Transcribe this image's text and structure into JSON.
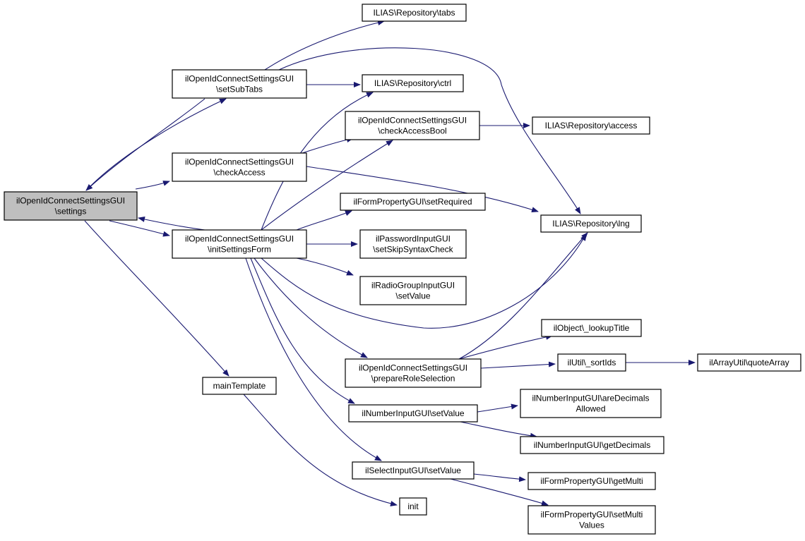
{
  "colors": {
    "edge": "#191970",
    "node_fill": "#ffffff",
    "root_fill": "#bfbfbf",
    "border": "#000000"
  },
  "nodes": {
    "root": [
      "ilOpenIdConnectSettingsGUI",
      "\\settings"
    ],
    "setSubTabs": [
      "ilOpenIdConnectSettingsGUI",
      "\\setSubTabs"
    ],
    "checkAccess": [
      "ilOpenIdConnectSettingsGUI",
      "\\checkAccess"
    ],
    "initSettingsForm": [
      "ilOpenIdConnectSettingsGUI",
      "\\initSettingsForm"
    ],
    "mainTemplate": [
      "mainTemplate"
    ],
    "tabs": [
      "ILIAS\\Repository\\tabs"
    ],
    "ctrl": [
      "ILIAS\\Repository\\ctrl"
    ],
    "checkAccessBool": [
      "ilOpenIdConnectSettingsGUI",
      "\\checkAccessBool"
    ],
    "setRequired": [
      "ilFormPropertyGUI\\setRequired"
    ],
    "setSkipSyntaxCheck": [
      "ilPasswordInputGUI",
      "\\setSkipSyntaxCheck"
    ],
    "radioSetValue": [
      "ilRadioGroupInputGUI",
      "\\setValue"
    ],
    "prepareRoleSelection": [
      "ilOpenIdConnectSettingsGUI",
      "\\prepareRoleSelection"
    ],
    "numberSetValue": [
      "ilNumberInputGUI\\setValue"
    ],
    "selectSetValue": [
      "ilSelectInputGUI\\setValue"
    ],
    "init": [
      "init"
    ],
    "access": [
      "ILIAS\\Repository\\access"
    ],
    "lng": [
      "ILIAS\\Repository\\lng"
    ],
    "lookupTitle": [
      "ilObject\\_lookupTitle"
    ],
    "sortIds": [
      "ilUtil\\_sortIds"
    ],
    "areDecimalsAllowed": [
      "ilNumberInputGUI\\areDecimals",
      "Allowed"
    ],
    "getDecimals": [
      "ilNumberInputGUI\\getDecimals"
    ],
    "getMulti": [
      "ilFormPropertyGUI\\getMulti"
    ],
    "setMultiValues": [
      "ilFormPropertyGUI\\setMulti",
      "Values"
    ],
    "quoteArray": [
      "ilArrayUtil\\quoteArray"
    ]
  }
}
